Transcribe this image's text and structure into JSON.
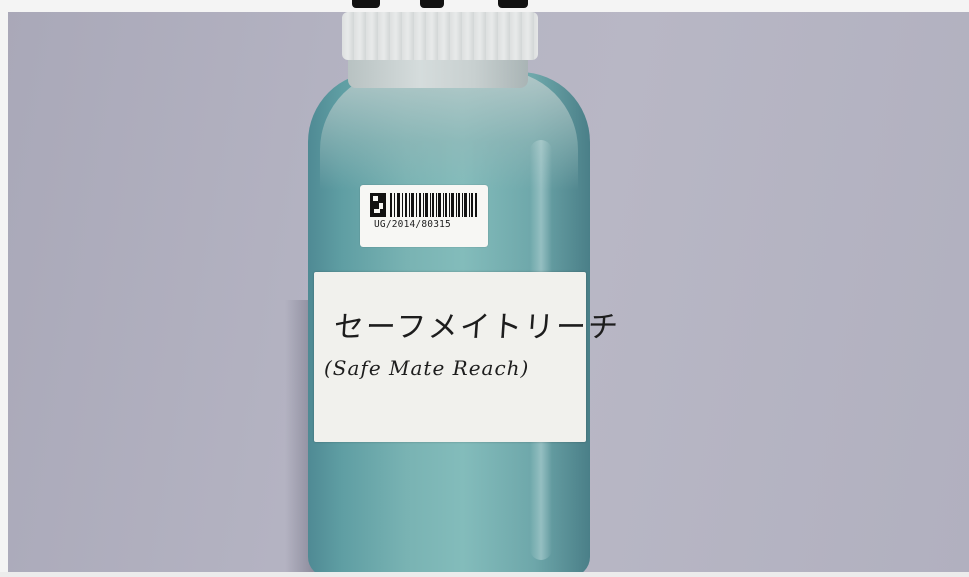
{
  "photo": {
    "barcode_label": {
      "code": "UG/2014/80315"
    },
    "bottle_label": {
      "japanese_text": "セーフメイトリーチ",
      "english_text": "(Safe Mate Reach)"
    }
  }
}
